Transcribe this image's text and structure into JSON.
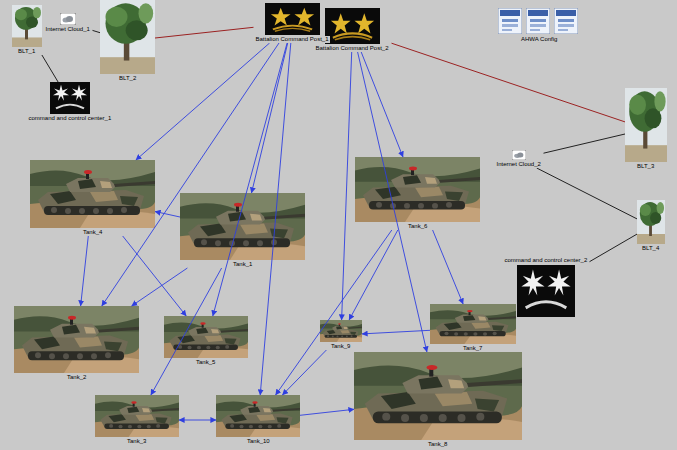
{
  "diagram": {
    "nodes": [
      {
        "text": [
          "BLT_1"
        ]
      },
      {
        "text": [
          "Internet Cloud_1"
        ]
      },
      {
        "text": [
          "BLT_2"
        ]
      },
      {
        "text": [
          "Battalion Command Post_1"
        ]
      },
      {
        "text": [
          "Battalion Command Post_2"
        ]
      },
      {
        "text": [
          "command and control center_1"
        ]
      },
      {
        "text": [
          "BLT_3"
        ]
      },
      {
        "text": [
          "Internet Cloud_2"
        ]
      },
      {
        "text": [
          "Tank_4"
        ]
      },
      {
        "text": [
          "Tank_1"
        ]
      },
      {
        "text": [
          "Tank_6"
        ]
      },
      {
        "text": [
          "BLT_4"
        ]
      },
      {
        "text": [
          "command and control center_2"
        ]
      },
      {
        "text": [
          "Tank_2"
        ]
      },
      {
        "text": [
          "Tank_5"
        ]
      },
      {
        "text": [
          "Tank_9"
        ]
      },
      {
        "text": [
          "Tank_7"
        ]
      },
      {
        "text": [
          "Tank_3"
        ]
      },
      {
        "text": [
          "Tank_10"
        ]
      },
      {
        "text": [
          "Tank_8"
        ]
      }
    ],
    "edges": [
      {
        "from": 0,
        "to": 5,
        "arrow": "none"
      },
      {
        "from": 1,
        "to": 2,
        "arrow": "none"
      },
      {
        "from": 2,
        "to": 3,
        "arrow": "none"
      },
      {
        "from": 4,
        "to": 6,
        "arrow": "none"
      },
      {
        "from": 7,
        "to": 6,
        "arrow": "none"
      },
      {
        "from": 7,
        "to": 11,
        "arrow": "none"
      },
      {
        "from": 11,
        "to": 12,
        "arrow": "none"
      },
      {
        "from": 3,
        "to": 8,
        "arrow": "to"
      },
      {
        "from": 3,
        "to": 9,
        "arrow": "to"
      },
      {
        "from": 3,
        "to": 13,
        "arrow": "to"
      },
      {
        "from": 3,
        "to": 14,
        "arrow": "to"
      },
      {
        "from": 3,
        "to": 18,
        "arrow": "to"
      },
      {
        "from": 4,
        "to": 10,
        "arrow": "to"
      },
      {
        "from": 4,
        "to": 15,
        "arrow": "to"
      },
      {
        "from": 4,
        "to": 19,
        "arrow": "to"
      },
      {
        "from": 9,
        "to": 8,
        "arrow": "to"
      },
      {
        "from": 8,
        "to": 14,
        "arrow": "to"
      },
      {
        "from": 8,
        "to": 13,
        "arrow": "to"
      },
      {
        "from": 9,
        "to": 13,
        "arrow": "to"
      },
      {
        "from": 9,
        "to": 17,
        "arrow": "to"
      },
      {
        "from": 17,
        "to": 18,
        "arrow": "both"
      },
      {
        "from": 18,
        "to": 19,
        "arrow": "to"
      },
      {
        "from": 10,
        "to": 18,
        "arrow": "to"
      },
      {
        "from": 10,
        "to": 15,
        "arrow": "to"
      },
      {
        "from": 10,
        "to": 16,
        "arrow": "to"
      },
      {
        "from": 16,
        "to": 15,
        "arrow": "to"
      },
      {
        "from": 15,
        "to": 18,
        "arrow": "to"
      }
    ],
    "labels": [
      "AHWA Config"
    ]
  }
}
